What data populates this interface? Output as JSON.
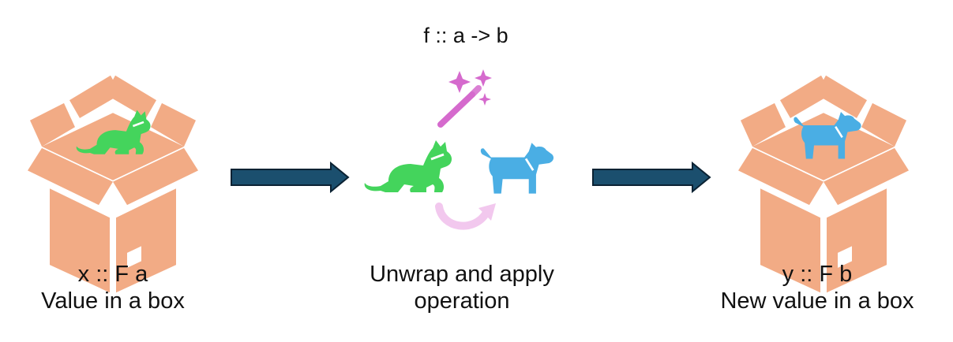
{
  "function_signature": "f :: a -> b",
  "left_box": {
    "type_line": "x :: F a",
    "caption": "Value in a box",
    "content_icon": "cat-icon"
  },
  "middle": {
    "line1": "Unwrap and apply",
    "line2": "operation",
    "icons": [
      "magic-wand-icon",
      "cat-icon",
      "dog-icon",
      "curved-arrow-icon"
    ]
  },
  "right_box": {
    "type_line": "y :: F b",
    "caption": "New value in a box",
    "content_icon": "dog-icon"
  },
  "colors": {
    "box": "#F2AB85",
    "box_line": "#FFFFFF",
    "cat": "#44D45C",
    "dog": "#4AAEE4",
    "wand": "#D56ACD",
    "rotate_arrow": "#F2C8EE",
    "flow_arrow": "#1B4F6E",
    "flow_arrow_outline": "#0B2233"
  }
}
